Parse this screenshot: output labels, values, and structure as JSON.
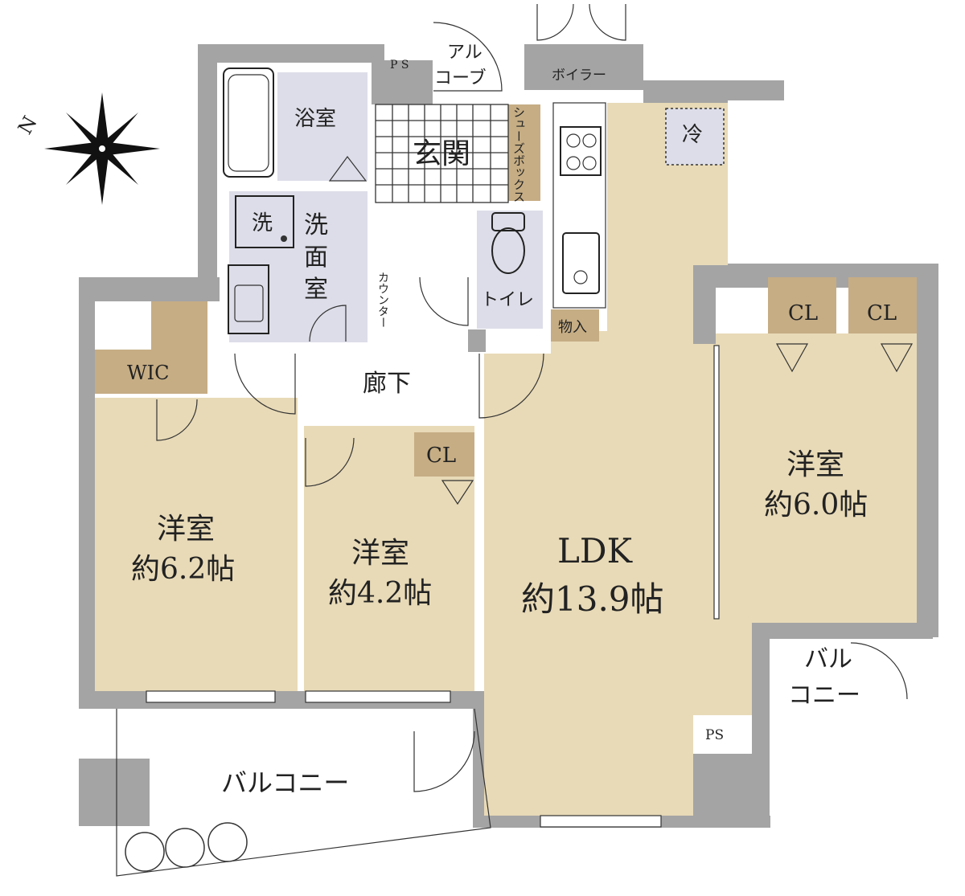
{
  "compass": {
    "north_label": "N",
    "icon": "compass-star-icon"
  },
  "rooms": {
    "bath": "浴室",
    "entrance": "玄関",
    "shoe_box": "シューズボックス",
    "alcove_1": "アル",
    "alcove_2": "コーブ",
    "ps_top": "P\nS",
    "boiler": "ボイラー",
    "fridge": "冷",
    "washer": "洗",
    "washroom_1": "洗",
    "washroom_2": "面",
    "washroom_3": "室",
    "counter": "カウンター",
    "toilet": "トイレ",
    "storage": "物入",
    "wic": "WIC",
    "hallway": "廊下",
    "cl_right_1": "CL",
    "cl_right_2": "CL",
    "cl_mid": "CL",
    "western_left_name": "洋室",
    "western_left_size": "約6.2帖",
    "western_mid_name": "洋室",
    "western_mid_size": "約4.2帖",
    "ldk_name": "LDK",
    "ldk_size": "約13.9帖",
    "western_right_name": "洋室",
    "western_right_size": "約6.0帖",
    "balcony_small_1": "バル",
    "balcony_small_2": "コニー",
    "ps_bottom": "PS",
    "balcony_main": "バルコニー"
  },
  "colors": {
    "wall": "#a4a4a4",
    "room_floor": "#e8dab7",
    "closet": "#c6ad84",
    "wet_area": "#dcdde8"
  }
}
